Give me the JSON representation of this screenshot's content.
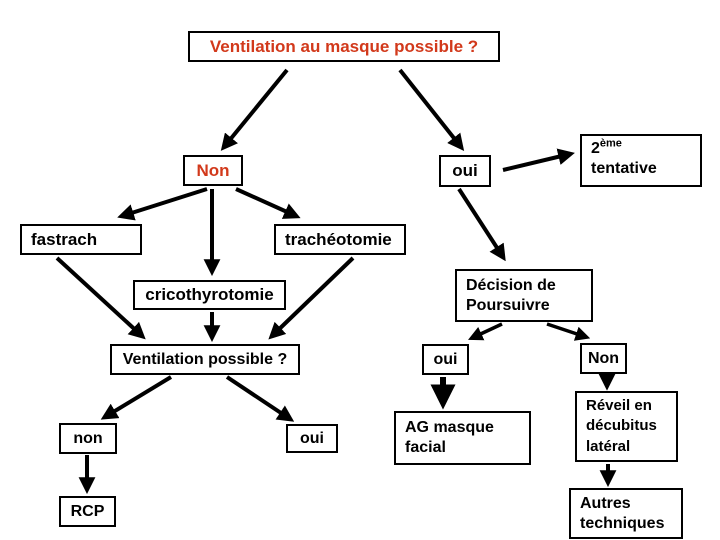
{
  "colors": {
    "accent_red": "#d2391b",
    "line_black": "#000000",
    "node_background": "#ffffff",
    "page_background": "#ffffff"
  },
  "nodes": {
    "title": "Ventilation au masque possible ?",
    "non_top": "Non",
    "oui_top": "oui",
    "second_attempt_base": "2",
    "second_attempt_sup": "ème",
    "second_attempt_line2": "tentative",
    "fastrach": "fastrach",
    "tracheotomie": "trachéotomie",
    "cricothyrotomie": "cricothyrotomie",
    "decision": "Décision de\nPoursuivre",
    "ventilation_possible": "Ventilation possible ?",
    "oui_mid": "oui",
    "non_mid": "Non",
    "non_bottom": "non",
    "oui_bottom": "oui",
    "ag_masque_facial": "AG masque\nfacial",
    "reveil": "Réveil en\ndécubitus\nlatéral",
    "rcp": "RCP",
    "autres_techniques": "Autres\ntechniques"
  }
}
